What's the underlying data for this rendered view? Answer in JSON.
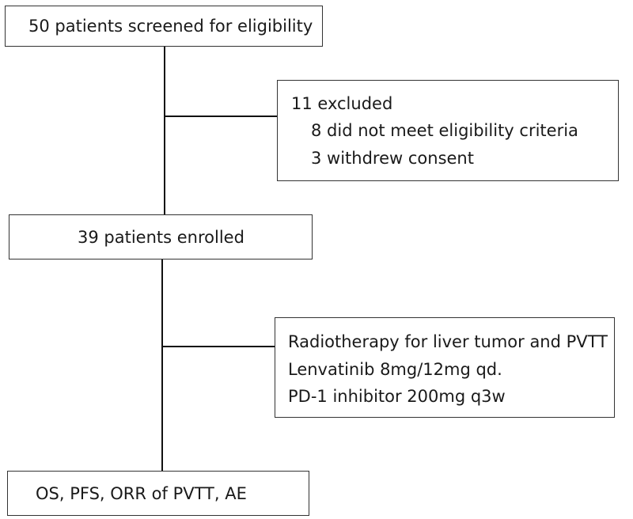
{
  "flowchart": {
    "screened": "50 patients screened for eligibility",
    "excluded": {
      "title": "11 excluded",
      "reasons": [
        "8 did not meet eligibility criteria",
        "3 withdrew consent"
      ]
    },
    "enrolled": "39 patients enrolled",
    "treatment": [
      "Radiotherapy for liver tumor and PVTT",
      "Lenvatinib 8mg/12mg qd.",
      "PD-1 inhibitor 200mg q3w"
    ],
    "outcomes": "OS, PFS, ORR of PVTT, AE"
  }
}
